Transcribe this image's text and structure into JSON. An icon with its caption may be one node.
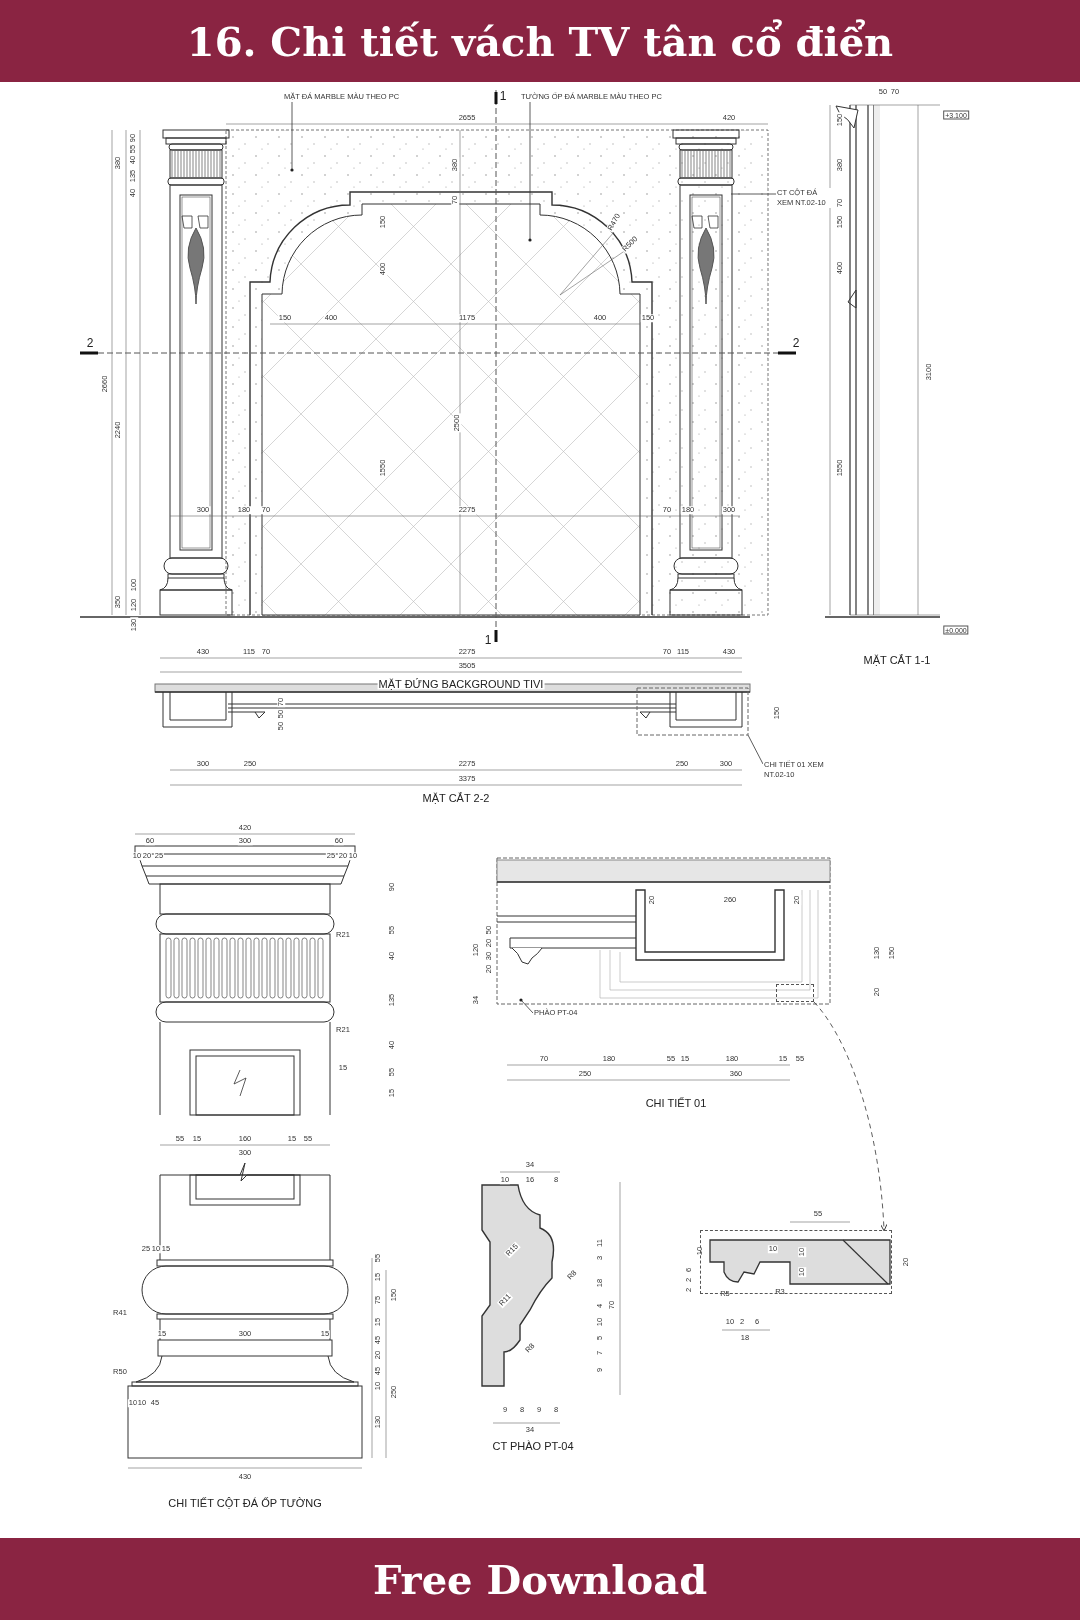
{
  "diagram": {
    "title": "16. Chi tiết vách TV tân cổ điển",
    "nodes": [
      {
        "text": [
          "MẶT ĐÁ MARBLE MÀU THEO PC"
        ]
      },
      {
        "text": [
          "TƯỜNG ỐP ĐÁ MARBLE MÀU THEO PC"
        ]
      },
      {
        "text": [
          "CT CỘT ĐÁ XEM NT.02-10"
        ]
      },
      {
        "text": [
          "CHI TIẾT 01 XEM NT.02-10"
        ]
      },
      {
        "text": [
          "PHÀO PT-04"
        ]
      },
      {
        "text": [],
        "shape": "box"
      },
      {
        "text": [],
        "shape": "box"
      }
    ],
    "edges": [
      {
        "from": 0,
        "to": null,
        "arrow": "other"
      },
      {
        "from": 1,
        "to": null,
        "arrow": "other"
      },
      {
        "from": 2,
        "to": null,
        "arrow": "none"
      },
      {
        "from": 3,
        "to": null,
        "arrow": "none"
      },
      {
        "from": 4,
        "to": null,
        "arrow": "other"
      },
      {
        "from": 5,
        "to": 6,
        "arrow": "to",
        "style": "dashed"
      }
    ],
    "labels": [
      "1",
      "2655",
      "420",
      "380",
      "90",
      "55",
      "40",
      "135",
      "40",
      "380",
      "70",
      "150",
      "400",
      "150",
      "400",
      "1175",
      "400",
      "150",
      "2",
      "2",
      "2660",
      "2240",
      "2500",
      "1550",
      "300",
      "180",
      "70",
      "2275",
      "70",
      "180",
      "300",
      "100",
      "350",
      "120",
      "130",
      "R470",
      "R500",
      "1",
      "430",
      "115",
      "70",
      "2275",
      "70",
      "115",
      "430",
      "3505",
      "MẶT ĐỨNG BACKGROUND TIVI",
      "50",
      "70",
      "+3.100",
      "150",
      "380",
      "70",
      "150",
      "400",
      "3100",
      "1550",
      "±0.000",
      "MẶT CẮT 1-1",
      "70",
      "50",
      "50",
      "150",
      "300",
      "250",
      "2275",
      "250",
      "300",
      "3375",
      "MẶT CẮT 2-2",
      "420",
      "60",
      "300",
      "60",
      "10",
      "20",
      "25",
      "25",
      "20",
      "10",
      "90",
      "55",
      "R21",
      "40",
      "135",
      "R21",
      "40",
      "15",
      "55",
      "15",
      "55",
      "15",
      "160",
      "15",
      "55",
      "300",
      "120",
      "50",
      "20",
      "30",
      "20",
      "34",
      "20",
      "260",
      "20",
      "130",
      "150",
      "20",
      "70",
      "180",
      "55",
      "15",
      "180",
      "15",
      "55",
      "250",
      "360",
      "CHI TIẾT 01",
      "25",
      "10",
      "15",
      "55",
      "15",
      "150",
      "75",
      "R41",
      "15",
      "15",
      "300",
      "15",
      "45",
      "20",
      "45",
      "R50",
      "10",
      "250",
      "10",
      "10",
      "45",
      "130",
      "430",
      "CHI TIẾT CỘT ĐÁ ỐP TƯỜNG",
      "34",
      "10",
      "16",
      "8",
      "11",
      "3",
      "18",
      "R15",
      "4",
      "R8",
      "70",
      "10",
      "R11",
      "5",
      "7",
      "R8",
      "9",
      "9",
      "8",
      "9",
      "8",
      "34",
      "CT PHÀO PT-04",
      "55",
      "10",
      "10",
      "10",
      "10",
      "20",
      "6",
      "2",
      "2",
      "R5",
      "R3",
      "10",
      "2",
      "6",
      "18",
      "Free Download"
    ]
  }
}
